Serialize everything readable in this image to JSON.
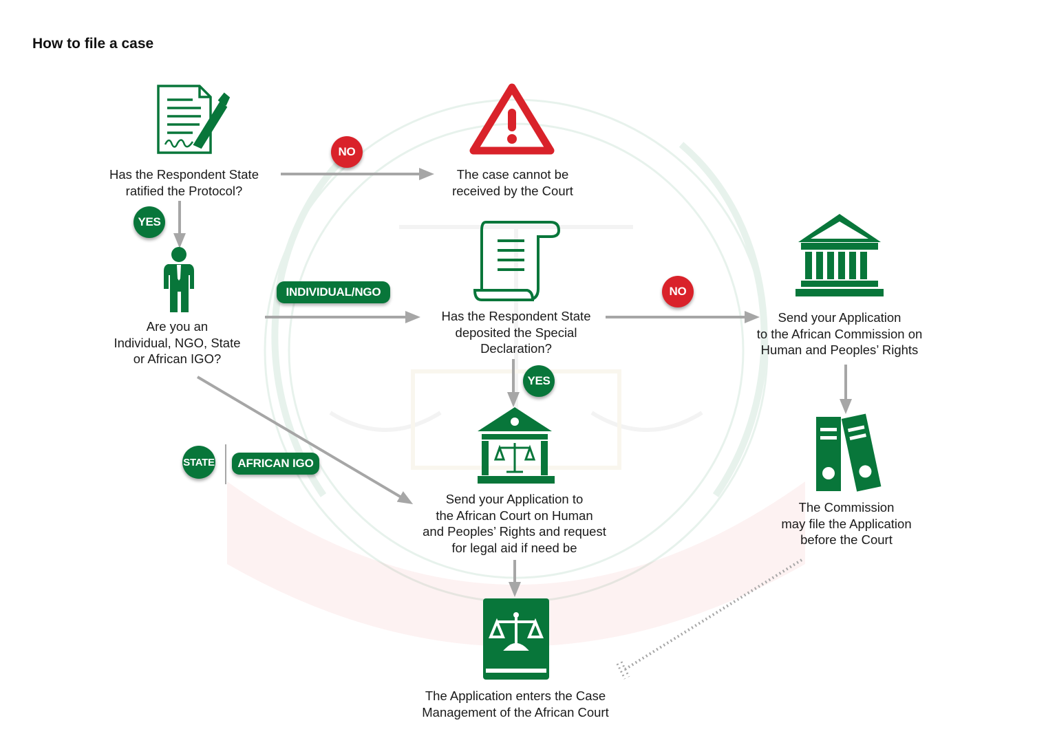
{
  "title": "How to file a case",
  "colors": {
    "green": "#08763a",
    "red": "#d9222a",
    "arrow": "#a6a6a6"
  },
  "nodes": {
    "ratified": "Has the Respondent State\nratified the Protocol?",
    "cannot_receive": "The case cannot be\nreceived by the Court",
    "applicant_type": "Are you an\nIndividual, NGO, State\nor African IGO?",
    "special_declaration": "Has the Respondent State\ndeposited the Special\nDeclaration?",
    "send_commission": "Send your Application\nto the African Commission on\nHuman and Peoples’ Rights",
    "send_court": "Send your Application to\nthe African Court on Human\nand Peoples’ Rights and request\nfor legal aid if need be",
    "commission_file": "The Commission\nmay file the Application\nbefore the Court",
    "case_management": "The Application enters the Case\nManagement of the African Court"
  },
  "badges": {
    "no_1": "NO",
    "yes_1": "YES",
    "individual_ngo": "INDIVIDUAL/NGO",
    "no_2": "NO",
    "yes_2": "YES",
    "state": "STATE",
    "african_igo": "AFRICAN IGO"
  },
  "icons": {
    "ratified": "signed-document-icon",
    "cannot_receive": "warning-triangle-icon",
    "applicant_type": "person-icon",
    "special_declaration": "scroll-icon",
    "send_commission": "building-columns-icon",
    "send_court": "courthouse-scales-icon",
    "commission_file": "binders-icon",
    "case_management": "law-book-icon"
  }
}
